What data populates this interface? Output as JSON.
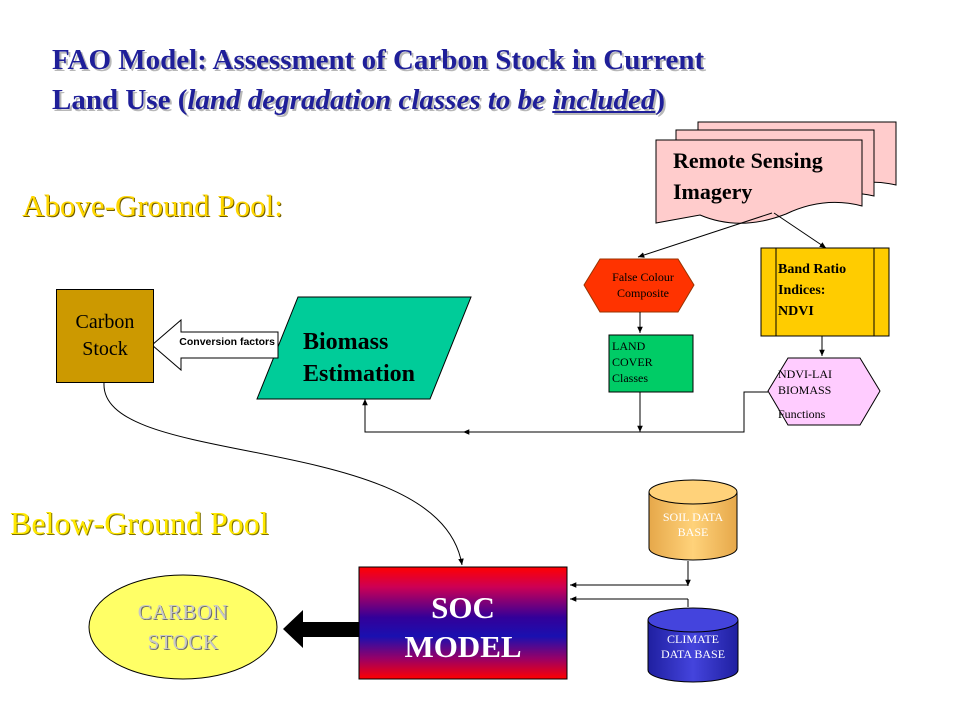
{
  "title": {
    "part1": "FAO Model: Assessment of Carbon Stock in Current",
    "part2": "Land Use (",
    "italic": "land degradation classes to be ",
    "underlined": "included",
    "close": ")"
  },
  "above_ground_pool": "Above-Ground Pool:",
  "below_ground_pool": "Below-Ground Pool",
  "carbon_stock": {
    "line1": "Carbon",
    "line2": "Stock"
  },
  "conversion_factors": "Conversion factors",
  "biomass_estimation": {
    "line1": "Biomass",
    "line2": "Estimation"
  },
  "remote_sensing": {
    "line1": "Remote Sensing",
    "line2": "Imagery"
  },
  "false_colour": {
    "line1": "False Colour",
    "line2": "Composite"
  },
  "land_cover": {
    "line1": "LAND",
    "line2": "COVER",
    "line3": "Classes"
  },
  "band_ratio": {
    "line1": "Band Ratio",
    "line2": "Indices:",
    "line3": "NDVI"
  },
  "ndvi_lai": {
    "line1": "NDVI-LAI",
    "line2": "BIOMASS",
    "line3": "Functions"
  },
  "soc_model": {
    "line1": "SOC",
    "line2": "MODEL"
  },
  "soil_database": {
    "line1": "SOIL DATA",
    "line2": "BASE"
  },
  "climate_database": {
    "line1": "CLIMATE",
    "line2": "DATA BASE"
  },
  "carbon_stock_below": {
    "line1": "CARBON",
    "line2": "STOCK"
  },
  "colors": {
    "title": "#1f1f99",
    "pool_heading": "#ffe800",
    "carbon_stock_box": "#cc9900",
    "biomass": "#00cc99",
    "remote_sensing": "#ffcccc",
    "false_colour": "#ff3300",
    "land_cover": "#00cc66",
    "band_ratio": "#ffcc00",
    "ndvi_lai": "#ffccff",
    "soil_db": "#ffcc66",
    "climate_db": "#3333cc",
    "carbon_stock_ellipse": "#ffff66"
  }
}
